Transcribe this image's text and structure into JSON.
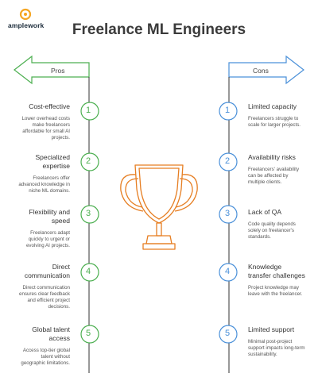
{
  "brand": {
    "logo_text": "amplework",
    "logo_icon": "amplework-logo-icon",
    "accent": "#f5a623"
  },
  "title": "Freelance ML Engineers",
  "colors": {
    "pros": "#4caf50",
    "cons": "#4a90d9",
    "trophy": "#e67e22",
    "line": "#333333"
  },
  "pros": {
    "label": "Pros",
    "items": [
      {
        "num": "1",
        "title": "Cost-effective",
        "desc": "Lower overhead costs make freelancers affordable for small AI projects."
      },
      {
        "num": "2",
        "title": "Specialized expertise",
        "desc": "Freelancers offer advanced knowledge in niche ML domains."
      },
      {
        "num": "3",
        "title": "Flexibility and speed",
        "desc": "Freelancers adapt quickly to urgent or evolving AI projects."
      },
      {
        "num": "4",
        "title": "Direct communication",
        "desc": "Direct communication ensures clear feedback and efficient project decisions."
      },
      {
        "num": "5",
        "title": "Global talent access",
        "desc": "Access top-tier global talent without geographic limitations."
      }
    ]
  },
  "cons": {
    "label": "Cons",
    "items": [
      {
        "num": "1",
        "title": "Limited capacity",
        "desc": "Freelancers struggle to scale for larger projects."
      },
      {
        "num": "2",
        "title": "Availability risks",
        "desc": "Freelancers' availability can be affected by multiple clients."
      },
      {
        "num": "3",
        "title": "Lack of QA",
        "desc": "Code quality depends solely on freelancer's standards."
      },
      {
        "num": "4",
        "title": "Knowledge transfer challenges",
        "desc": "Project knowledge may leave with the freelancer."
      },
      {
        "num": "5",
        "title": "Limited support",
        "desc": "Minimal post-project support impacts long-term sustainability."
      }
    ]
  },
  "center_icon": "trophy-icon"
}
